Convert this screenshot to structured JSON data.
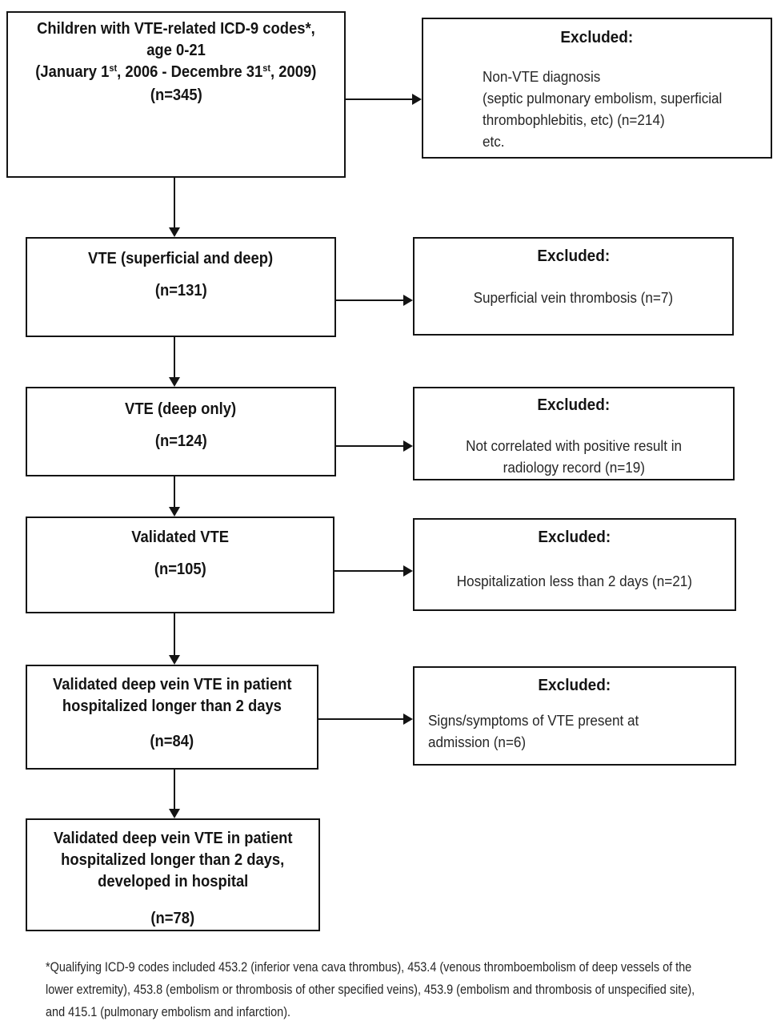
{
  "colors": {
    "ink": "#141414",
    "body_text": "#262626",
    "background": "#ffffff"
  },
  "flow": {
    "box1": {
      "line1": "Children with VTE-related ICD-9 codes*,",
      "line2": "age 0-21",
      "line3a": "(January 1",
      "line3b": "st",
      "line3c": ", 2006 - Decembre 31",
      "line3d": "st",
      "line3e": ", 2009)",
      "n": "(n=345)"
    },
    "box2": {
      "title": "VTE (superficial and deep)",
      "n": "(n=131)"
    },
    "box3": {
      "title": "VTE (deep only)",
      "n": "(n=124)"
    },
    "box4": {
      "title": "Validated VTE",
      "n": "(n=105)"
    },
    "box5": {
      "title1": "Validated deep vein VTE in patient",
      "title2": "hospitalized longer than 2 days",
      "n": "(n=84)"
    },
    "box6": {
      "title1": "Validated deep vein VTE in patient",
      "title2": "hospitalized longer than 2 days,",
      "title3": "developed in hospital",
      "n": "(n=78)"
    }
  },
  "excluded": {
    "ex1": {
      "heading": "Excluded:",
      "l1": "Non-VTE diagnosis",
      "l2": "(septic pulmonary embolism, superficial",
      "l3": "thrombophlebitis, etc) (n=214)",
      "l4": "etc."
    },
    "ex2": {
      "heading": "Excluded:",
      "l1": "Superficial vein thrombosis (n=7)"
    },
    "ex3": {
      "heading": "Excluded:",
      "l1": "Not correlated with positive result in",
      "l2": "radiology record (n=19)"
    },
    "ex4": {
      "heading": "Excluded:",
      "l1": "Hospitalization less than 2 days (n=21)"
    },
    "ex5": {
      "heading": "Excluded:",
      "l1": "Signs/symptoms of VTE present at",
      "l2": "admission (n=6)"
    }
  },
  "footnote": {
    "l1": "*Qualifying ICD-9 codes included 453.2 (inferior vena cava thrombus), 453.4  (venous thromboembolism of deep vessels of the",
    "l2": "lower extremity), 453.8 (embolism or thrombosis of other specified veins), 453.9 (embolism and thrombosis of unspecified site),",
    "l3": "and 415.1 (pulmonary embolism and infarction)."
  }
}
